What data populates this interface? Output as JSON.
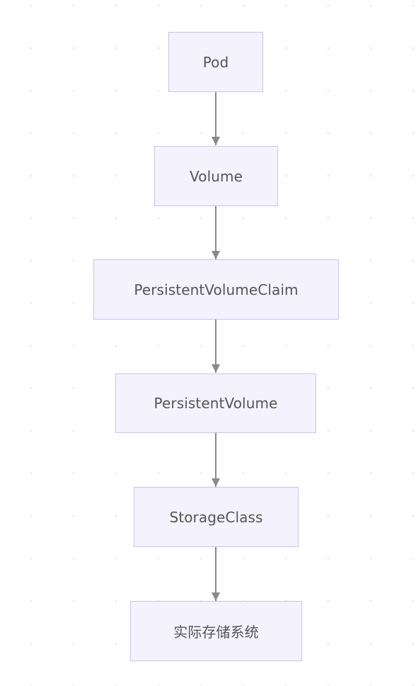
{
  "diagram": {
    "nodes": [
      {
        "id": "pod",
        "label": "Pod"
      },
      {
        "id": "volume",
        "label": "Volume"
      },
      {
        "id": "pvc",
        "label": "PersistentVolumeClaim"
      },
      {
        "id": "pv",
        "label": "PersistentVolume"
      },
      {
        "id": "storageclass",
        "label": "StorageClass"
      },
      {
        "id": "storage",
        "label": "实际存储系统"
      }
    ],
    "edges": [
      {
        "from": "pod",
        "to": "volume"
      },
      {
        "from": "volume",
        "to": "pvc"
      },
      {
        "from": "pvc",
        "to": "pv"
      },
      {
        "from": "pv",
        "to": "storageclass"
      },
      {
        "from": "storageclass",
        "to": "storage"
      }
    ],
    "colors": {
      "node_fill": "#f3f2fd",
      "node_border": "#c9c4f2",
      "edge": "#8a8a8a",
      "text": "#555555"
    }
  }
}
